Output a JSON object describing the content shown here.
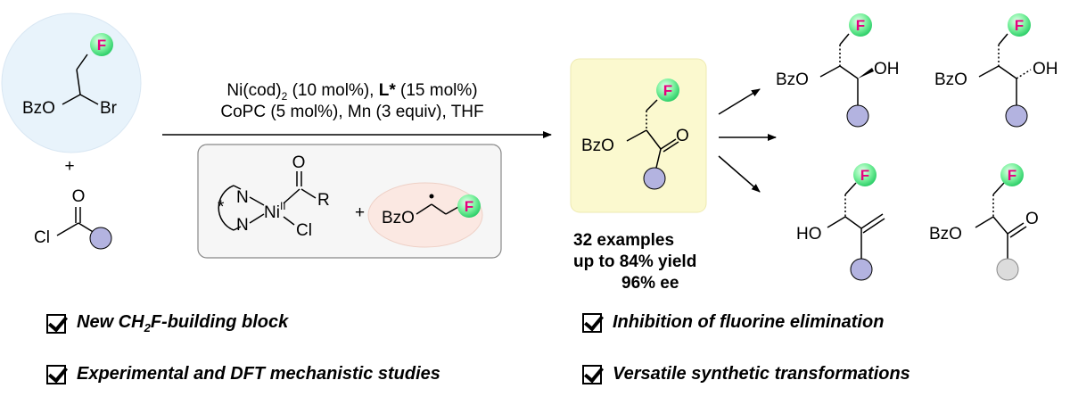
{
  "start_material": {
    "left": "BzO",
    "right": "Br",
    "fluoro": "F",
    "plus": "+"
  },
  "acyl_chloride": {
    "o": "O",
    "cl": "Cl"
  },
  "conditions": {
    "line1_a": "Ni(cod)",
    "line1_sub": "2",
    "line1_b": " (10 mol%), ",
    "line1_ligand": "L*",
    "line1_c": " (15 mol%)",
    "line2": "CoPC (5 mol%), Mn (3 equiv), THF"
  },
  "intermediate": {
    "n1": "N",
    "n2": "N",
    "star": "*",
    "ni": "Ni",
    "ni_ox": "II",
    "o": "O",
    "r": "R",
    "cl": "Cl",
    "plus": "+",
    "radical_label": "BzO",
    "fluoro": "F"
  },
  "product": {
    "bzo": "BzO",
    "o": "O",
    "fluoro": "F"
  },
  "stats": {
    "examples": "32 examples",
    "yield": "up to 84% yield",
    "ee": "96% ee"
  },
  "derivatives": {
    "d1": {
      "bzo": "BzO",
      "oh": "OH",
      "fluoro": "F"
    },
    "d2": {
      "bzo": "BzO",
      "oh": "OH",
      "fluoro": "F"
    },
    "d3": {
      "ho": "HO",
      "fluoro": "F"
    },
    "d4": {
      "bzo": "BzO",
      "o": "O",
      "fluoro": "F"
    }
  },
  "features": {
    "f1_pre": "New CH",
    "f1_sub": "2",
    "f1_post": "F-building block",
    "f2": "Inhibition of fluorine elimination",
    "f3": "Experimental and DFT mechanistic studies",
    "f4": "Versatile synthetic transformations"
  },
  "colors": {
    "fluoro_fill": "#7ef2a0",
    "fluoro_text": "#e6007e",
    "r_group": "#b3b3e0",
    "r_group_gray": "#dcdcdc",
    "product_highlight": "#fbf9cf",
    "start_highlight": "#e8f3fb",
    "radical_highlight": "#fbe8e2"
  }
}
